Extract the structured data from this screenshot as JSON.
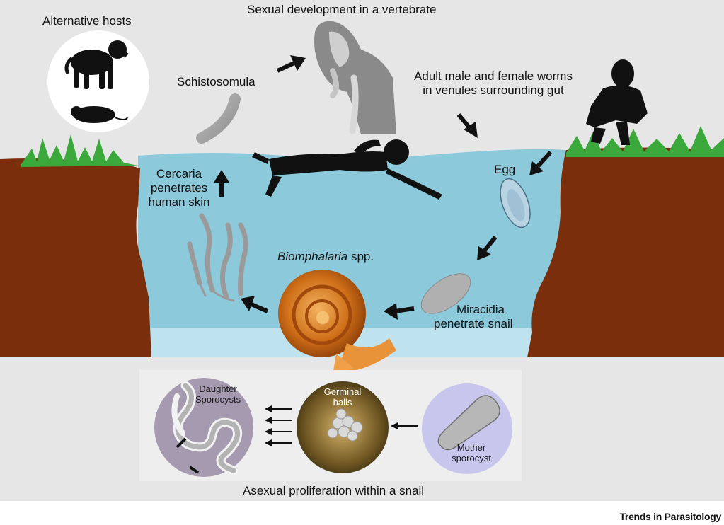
{
  "labels": {
    "alternative_hosts": "Alternative hosts",
    "sexual_development": "Sexual development in a vertebrate",
    "schistosomula": "Schistosomula",
    "adult_worms_line1": "Adult male and female worms",
    "adult_worms_line2": "in venules surrounding gut",
    "egg": "Egg",
    "cercaria_line1": "Cercaria",
    "cercaria_line2": "penetrates",
    "cercaria_line3": "human skin",
    "biomphalaria_genus": "Biomphalaria",
    "biomphalaria_suffix": " spp.",
    "miracidia_line1": "Miracidia",
    "miracidia_line2": "penetrate snail",
    "daughter_line1": "Daughter",
    "daughter_line2": "Sporocysts",
    "germinal_line1": "Germinal",
    "germinal_line2": "balls",
    "mother_line1": "Mother",
    "mother_line2": "sporocyst",
    "asexual": "Asexual proliferation within a snail"
  },
  "brand": "Trends in Parasitology",
  "colors": {
    "background": "#e6e6e6",
    "water": "#8ccadb",
    "water_light": "#bfe3ee",
    "soil": "#7a2e0c",
    "grass": "#3aa83a",
    "silhouette": "#111111",
    "snail": "#d0781e",
    "inset_panel": "#eeeeee",
    "daughter_bg": "#a59ab0",
    "mother_bg": "#c9c6ee"
  }
}
